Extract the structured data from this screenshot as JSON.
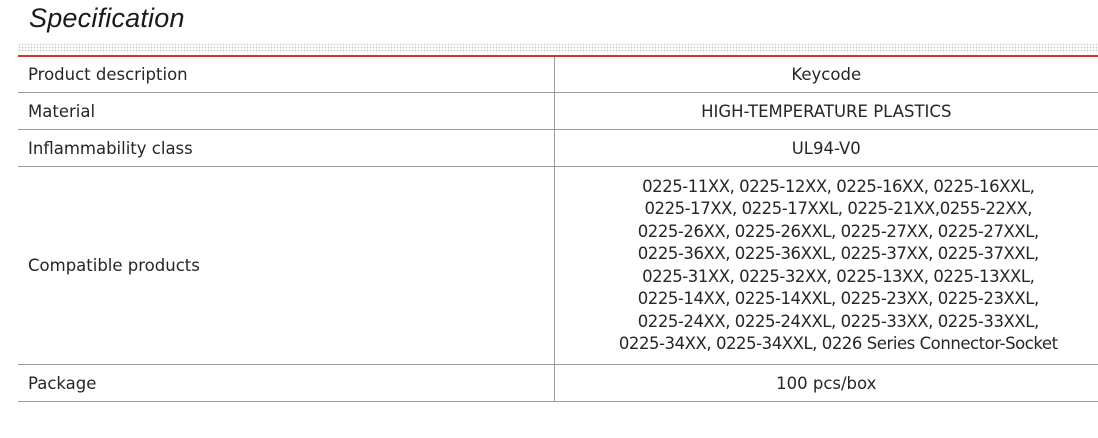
{
  "title": "Specification",
  "colors": {
    "accent_rule": "#d0342c",
    "border": "#9a9a9a",
    "text": "#262626"
  },
  "rows": [
    {
      "label": "Product description",
      "value": "Keycode"
    },
    {
      "label": "Material",
      "value": "HIGH-TEMPERATURE PLASTICS"
    },
    {
      "label": "Inflammability class",
      "value": "UL94-V0"
    },
    {
      "label": "Compatible products",
      "value_lines": [
        "0225-11XX, 0225-12XX, 0225-16XX, 0225-16XXL,",
        "0225-17XX, 0225-17XXL, 0225-21XX,0255-22XX,",
        "0225-26XX, 0225-26XXL, 0225-27XX, 0225-27XXL,",
        "0225-36XX, 0225-36XXL, 0225-37XX, 0225-37XXL,",
        "0225-31XX, 0225-32XX, 0225-13XX, 0225-13XXL,",
        "0225-14XX, 0225-14XXL, 0225-23XX, 0225-23XXL,",
        "0225-24XX, 0225-24XXL, 0225-33XX, 0225-33XXL,",
        "0225-34XX, 0225-34XXL, 0226 Series Connector-Socket"
      ]
    },
    {
      "label": "Package",
      "value": "100 pcs/box"
    }
  ]
}
